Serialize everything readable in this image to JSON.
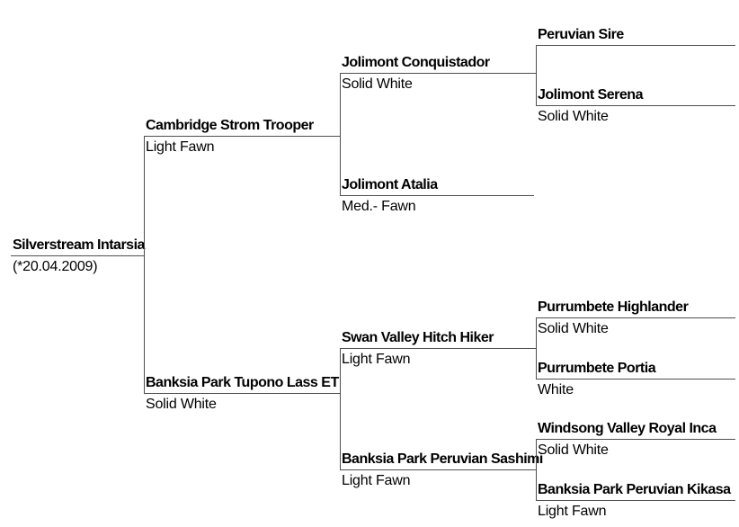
{
  "page": {
    "background_color": "#ffffff",
    "line_color": "#4f4f4f",
    "text_color": "#000000"
  },
  "pedigree": {
    "nodes": [
      {
        "id": "subject",
        "gen": 1,
        "name": "Silverstream Intarsia",
        "subtext": "(*20.04.2009)"
      },
      {
        "id": "parent-top",
        "gen": 2,
        "name": "Cambridge Strom Trooper",
        "subtext": "Light Fawn"
      },
      {
        "id": "parent-bottom",
        "gen": 2,
        "name": "Banksia Park Tupono Lass ET",
        "subtext": "Solid White"
      },
      {
        "id": "gp-1",
        "gen": 3,
        "name": "Jolimont Conquistador",
        "subtext": "Solid White"
      },
      {
        "id": "gp-2",
        "gen": 3,
        "name": "Jolimont Atalia",
        "subtext": "Med.- Fawn"
      },
      {
        "id": "gp-3",
        "gen": 3,
        "name": "Swan Valley Hitch Hiker",
        "subtext": "Light Fawn"
      },
      {
        "id": "gp-4",
        "gen": 3,
        "name": "Banksia Park Peruvian Sashimi",
        "subtext": "Light Fawn"
      },
      {
        "id": "ggp-1",
        "gen": 4,
        "name": "Peruvian Sire",
        "subtext": ""
      },
      {
        "id": "ggp-2",
        "gen": 4,
        "name": "Jolimont Serena",
        "subtext": "Solid White"
      },
      {
        "id": "ggp-3",
        "gen": 4,
        "name": "Purrumbete Highlander",
        "subtext": "Solid White"
      },
      {
        "id": "ggp-4",
        "gen": 4,
        "name": "Purrumbete Portia",
        "subtext": "White"
      },
      {
        "id": "ggp-5",
        "gen": 4,
        "name": "Windsong Valley Royal Inca",
        "subtext": "Solid White"
      },
      {
        "id": "ggp-6",
        "gen": 4,
        "name": "Banksia Park Peruvian Kikasa",
        "subtext": "Light Fawn"
      }
    ]
  }
}
